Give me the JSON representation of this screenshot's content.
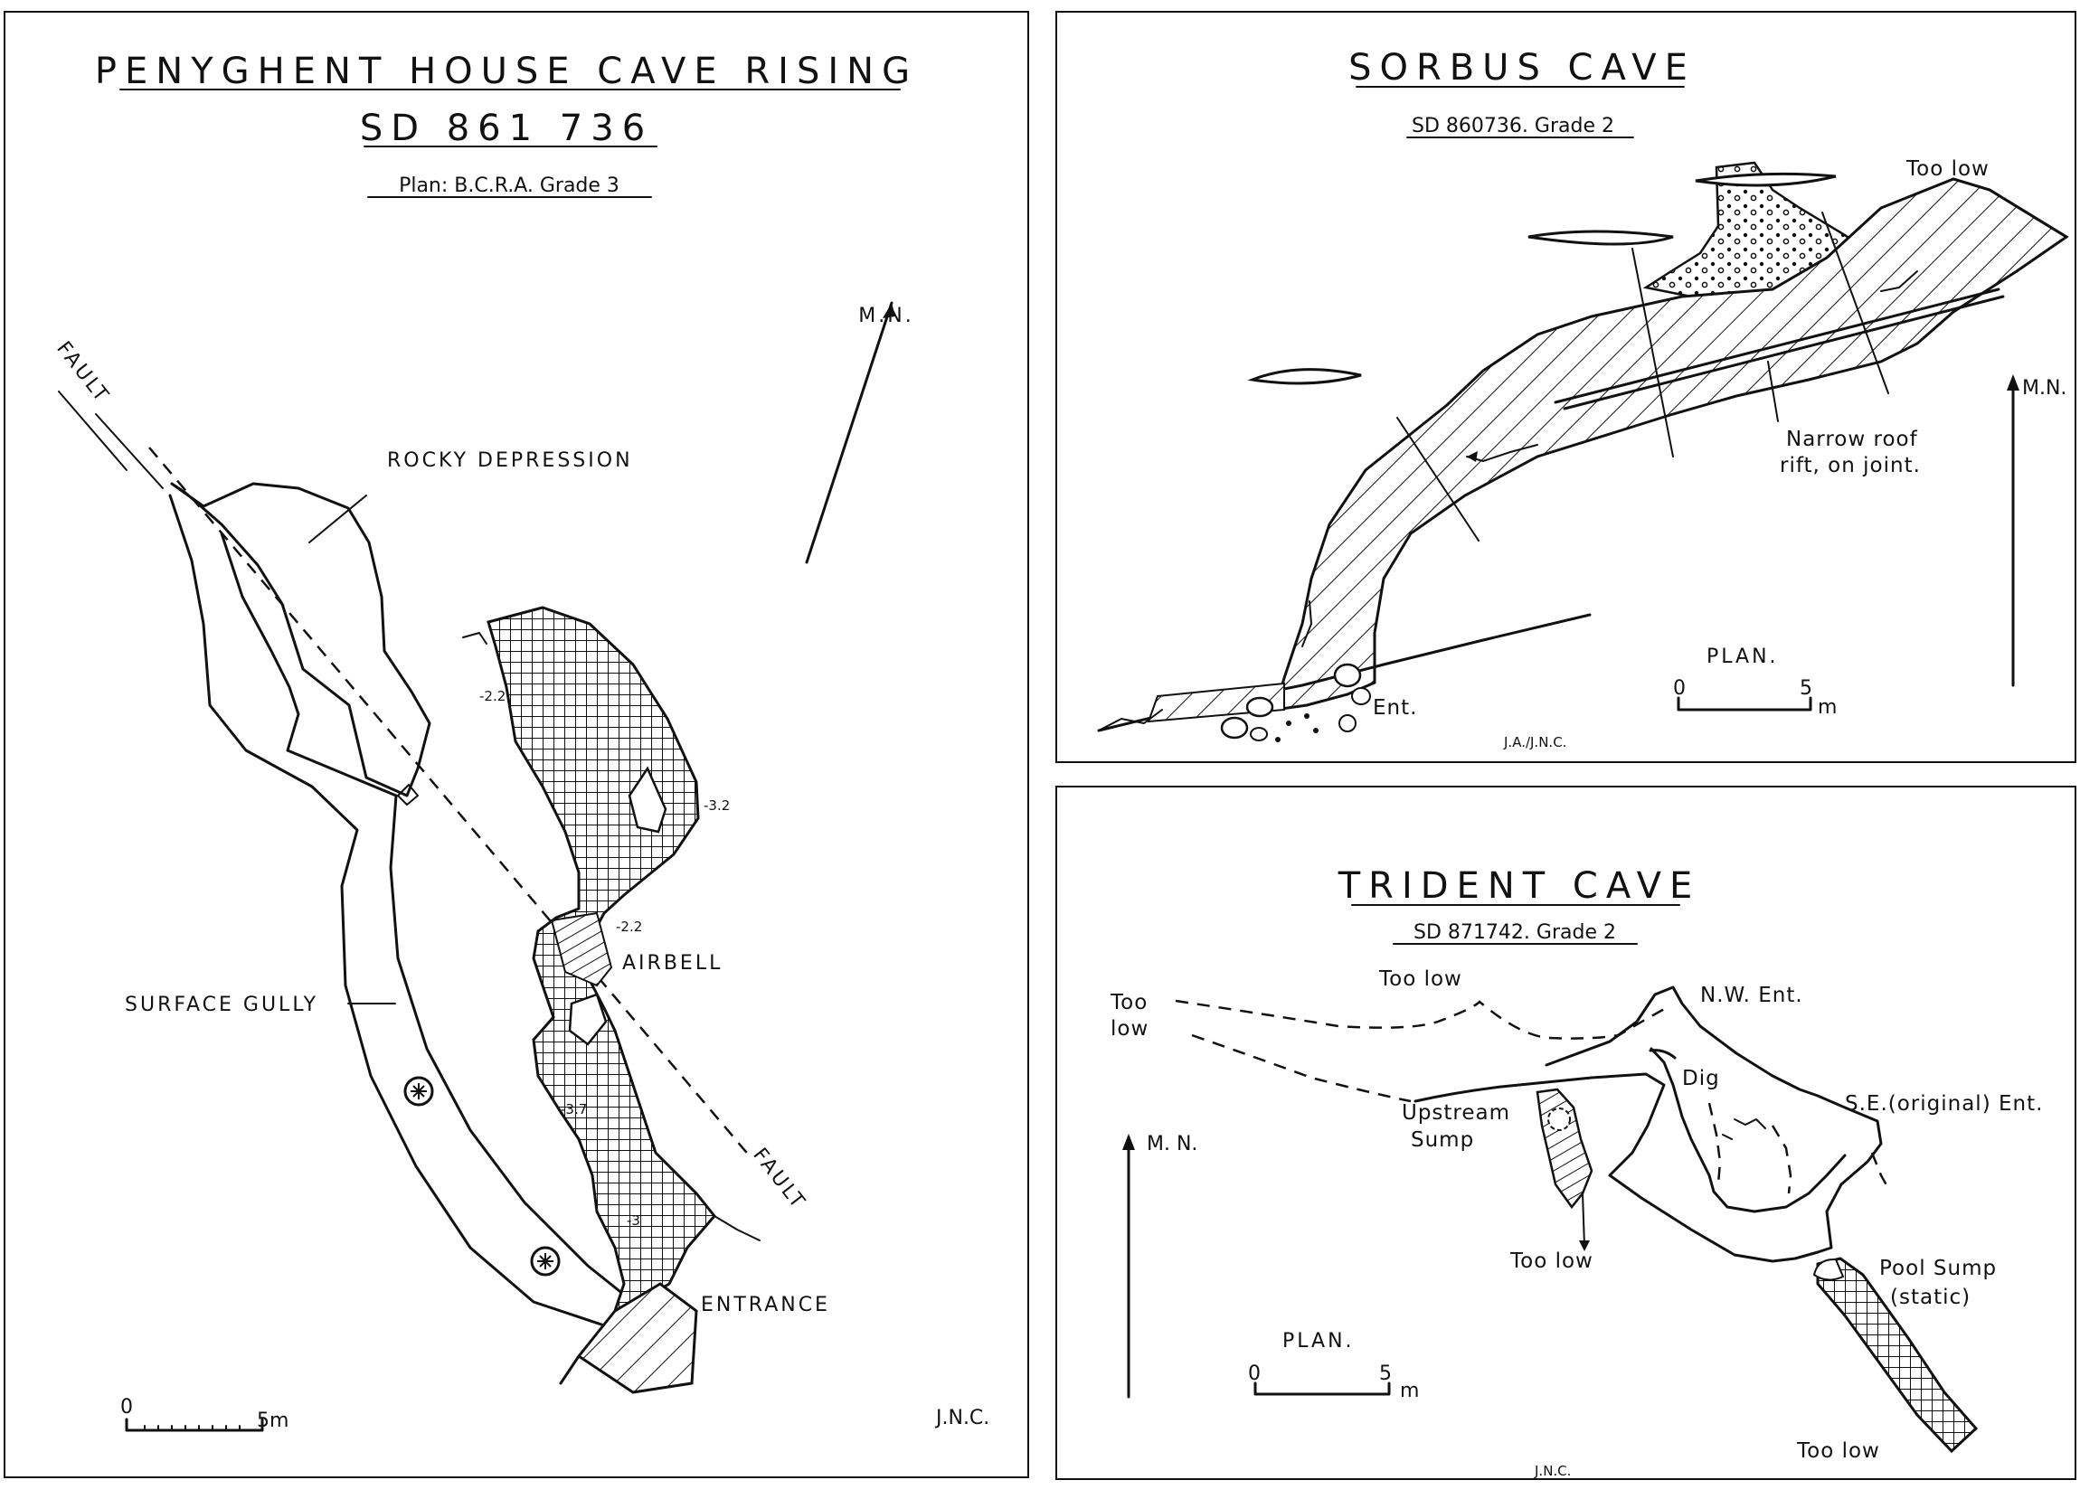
{
  "penyghent": {
    "title": "PENYGHENT HOUSE CAVE RISING",
    "grid_ref": "SD 861 736",
    "grade": "Plan: B.C.R.A. Grade 3",
    "north": "M.N.",
    "labels": {
      "fault_top": "FAULT",
      "fault_bottom": "FAULT",
      "rocky_depression": "ROCKY DEPRESSION",
      "surface_gully": "SURFACE GULLY",
      "airbell": "AIRBELL",
      "entrance": "ENTRANCE"
    },
    "depths": [
      "-2.2",
      "-3.2",
      "-2.2",
      "-3.7",
      "-3"
    ],
    "scale": {
      "zero": "0",
      "five": "5m"
    },
    "author": "J.N.C."
  },
  "sorbus": {
    "title": "SORBUS CAVE",
    "grid_ref": "SD 860736. Grade 2",
    "labels": {
      "too_low": "Too low",
      "roof_rift_1": "Narrow roof",
      "roof_rift_2": "rift, on joint.",
      "entrance": "Ent.",
      "plan": "PLAN.",
      "north": "M.N."
    },
    "scale": {
      "zero": "0",
      "five": "5",
      "unit": "m"
    },
    "author": "J.A./J.N.C."
  },
  "trident": {
    "title": "TRIDENT CAVE",
    "grid_ref": "SD 871742. Grade 2",
    "labels": {
      "too_low_left_1": "Too",
      "too_low_left_2": "low",
      "too_low_top": "Too low",
      "nw_ent": "N.W. Ent.",
      "dig": "Dig",
      "se_ent": "S.E.(original) Ent.",
      "upstream_1": "Upstream",
      "upstream_2": "Sump",
      "too_low_mid": "Too low",
      "pool_1": "Pool Sump",
      "pool_2": "(static)",
      "too_low_bottom": "Too low",
      "plan": "PLAN.",
      "north": "M. N."
    },
    "scale": {
      "zero": "0",
      "five": "5",
      "unit": "m"
    },
    "author": "J.N.C."
  }
}
